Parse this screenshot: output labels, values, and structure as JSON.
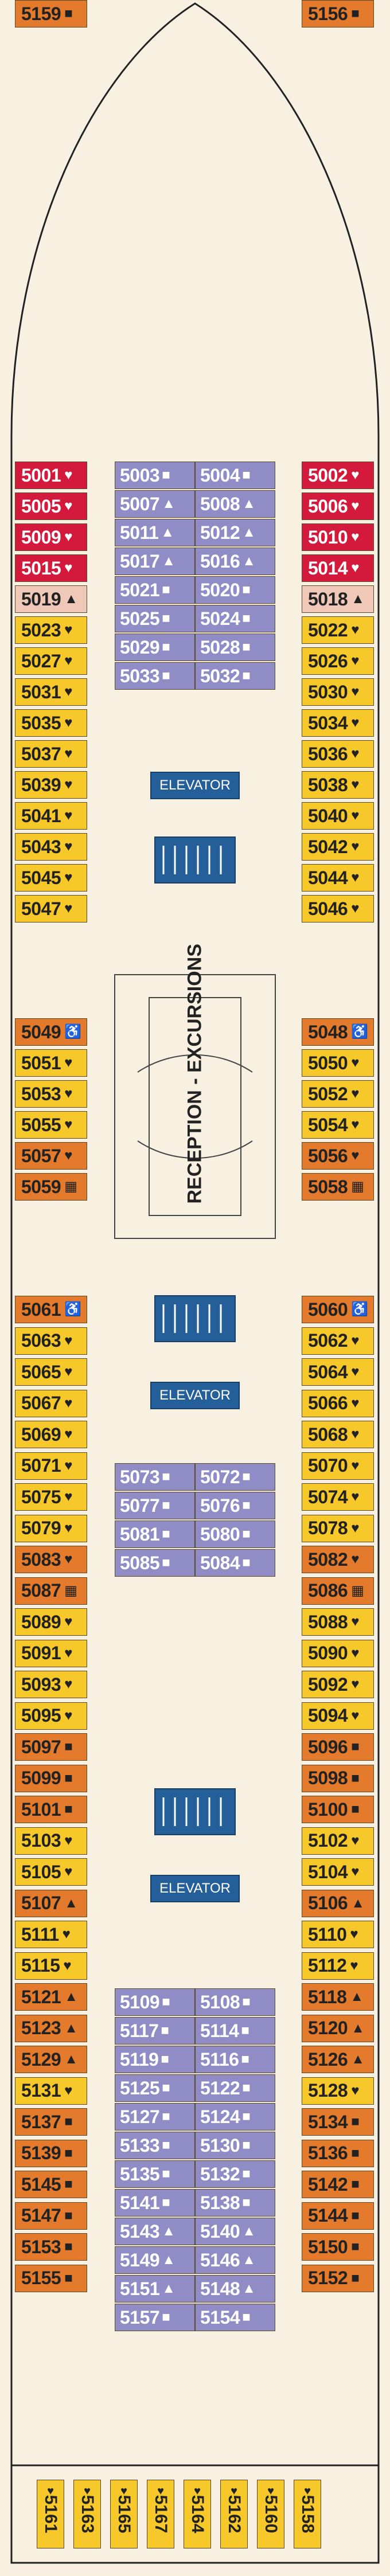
{
  "elevator_label": "ELEVATOR",
  "reception_label": "RECEPTION - EXCURSIONS",
  "colors": {
    "red": "#d41a3c",
    "pink": "#f0c8b8",
    "yellow": "#f7c82a",
    "orange": "#e47a2c",
    "purple": "#8f8cc6",
    "elevator": "#255f9a"
  },
  "legend_icons": {
    "heart": "heart-icon",
    "triangle": "triangle-icon",
    "square": "square-icon",
    "checker": "checker-icon",
    "wheelchair": "wheelchair-icon"
  },
  "left_outer": [
    [
      "5001",
      "red",
      "heart"
    ],
    [
      "5005",
      "red",
      "heart"
    ],
    [
      "5009",
      "red",
      "heart"
    ],
    [
      "5015",
      "red",
      "heart"
    ],
    [
      "5019",
      "pink",
      "triangle"
    ],
    [
      "5023",
      "yellow",
      "heart"
    ],
    [
      "5027",
      "yellow",
      "heart"
    ],
    [
      "5031",
      "yellow",
      "heart"
    ],
    [
      "5035",
      "yellow",
      "heart"
    ],
    [
      "5037",
      "yellow",
      "heart"
    ],
    [
      "5039",
      "yellow",
      "heart"
    ],
    [
      "5041",
      "yellow",
      "heart"
    ],
    [
      "5043",
      "yellow",
      "heart"
    ],
    [
      "5045",
      "yellow",
      "heart"
    ],
    [
      "5047",
      "yellow",
      "heart"
    ],
    [
      "5049",
      "orange",
      "wheelchair"
    ],
    [
      "5051",
      "yellow",
      "heart"
    ],
    [
      "5053",
      "yellow",
      "heart"
    ],
    [
      "5055",
      "yellow",
      "heart"
    ],
    [
      "5057",
      "orange",
      "heart"
    ],
    [
      "5059",
      "orange",
      "checker"
    ],
    [
      "5061",
      "orange",
      "wheelchair"
    ],
    [
      "5063",
      "yellow",
      "heart"
    ],
    [
      "5065",
      "yellow",
      "heart"
    ],
    [
      "5067",
      "yellow",
      "heart"
    ],
    [
      "5069",
      "yellow",
      "heart"
    ],
    [
      "5071",
      "yellow",
      "heart"
    ],
    [
      "5075",
      "yellow",
      "heart"
    ],
    [
      "5079",
      "yellow",
      "heart"
    ],
    [
      "5083",
      "orange",
      "heart"
    ],
    [
      "5087",
      "orange",
      "checker"
    ],
    [
      "5089",
      "yellow",
      "heart"
    ],
    [
      "5091",
      "yellow",
      "heart"
    ],
    [
      "5093",
      "yellow",
      "heart"
    ],
    [
      "5095",
      "yellow",
      "heart"
    ],
    [
      "5097",
      "orange",
      "square"
    ],
    [
      "5099",
      "orange",
      "square"
    ],
    [
      "5101",
      "orange",
      "square"
    ],
    [
      "5103",
      "yellow",
      "heart"
    ],
    [
      "5105",
      "yellow",
      "heart"
    ],
    [
      "5107",
      "orange",
      "triangle"
    ],
    [
      "5111",
      "yellow",
      "heart"
    ],
    [
      "5115",
      "yellow",
      "heart"
    ],
    [
      "5121",
      "orange",
      "triangle"
    ],
    [
      "5123",
      "orange",
      "triangle"
    ],
    [
      "5129",
      "orange",
      "triangle"
    ],
    [
      "5131",
      "yellow",
      "heart"
    ],
    [
      "5137",
      "orange",
      "square"
    ],
    [
      "5139",
      "orange",
      "square"
    ],
    [
      "5145",
      "orange",
      "square"
    ],
    [
      "5147",
      "orange",
      "square"
    ],
    [
      "5153",
      "orange",
      "square"
    ],
    [
      "5155",
      "orange",
      "square"
    ],
    [
      "5159",
      "orange",
      "square"
    ]
  ],
  "right_outer": [
    [
      "5002",
      "red",
      "heart"
    ],
    [
      "5006",
      "red",
      "heart"
    ],
    [
      "5010",
      "red",
      "heart"
    ],
    [
      "5014",
      "red",
      "heart"
    ],
    [
      "5018",
      "pink",
      "triangle"
    ],
    [
      "5022",
      "yellow",
      "heart"
    ],
    [
      "5026",
      "yellow",
      "heart"
    ],
    [
      "5030",
      "yellow",
      "heart"
    ],
    [
      "5034",
      "yellow",
      "heart"
    ],
    [
      "5036",
      "yellow",
      "heart"
    ],
    [
      "5038",
      "yellow",
      "heart"
    ],
    [
      "5040",
      "yellow",
      "heart"
    ],
    [
      "5042",
      "yellow",
      "heart"
    ],
    [
      "5044",
      "yellow",
      "heart"
    ],
    [
      "5046",
      "yellow",
      "heart"
    ],
    [
      "5048",
      "orange",
      "wheelchair"
    ],
    [
      "5050",
      "yellow",
      "heart"
    ],
    [
      "5052",
      "yellow",
      "heart"
    ],
    [
      "5054",
      "yellow",
      "heart"
    ],
    [
      "5056",
      "orange",
      "heart"
    ],
    [
      "5058",
      "orange",
      "checker"
    ],
    [
      "5060",
      "orange",
      "wheelchair"
    ],
    [
      "5062",
      "yellow",
      "heart"
    ],
    [
      "5064",
      "yellow",
      "heart"
    ],
    [
      "5066",
      "yellow",
      "heart"
    ],
    [
      "5068",
      "yellow",
      "heart"
    ],
    [
      "5070",
      "yellow",
      "heart"
    ],
    [
      "5074",
      "yellow",
      "heart"
    ],
    [
      "5078",
      "yellow",
      "heart"
    ],
    [
      "5082",
      "orange",
      "heart"
    ],
    [
      "5086",
      "orange",
      "checker"
    ],
    [
      "5088",
      "yellow",
      "heart"
    ],
    [
      "5090",
      "yellow",
      "heart"
    ],
    [
      "5092",
      "yellow",
      "heart"
    ],
    [
      "5094",
      "yellow",
      "heart"
    ],
    [
      "5096",
      "orange",
      "square"
    ],
    [
      "5098",
      "orange",
      "square"
    ],
    [
      "5100",
      "orange",
      "square"
    ],
    [
      "5102",
      "yellow",
      "heart"
    ],
    [
      "5104",
      "yellow",
      "heart"
    ],
    [
      "5106",
      "orange",
      "triangle"
    ],
    [
      "5110",
      "yellow",
      "heart"
    ],
    [
      "5112",
      "yellow",
      "heart"
    ],
    [
      "5118",
      "orange",
      "triangle"
    ],
    [
      "5120",
      "orange",
      "triangle"
    ],
    [
      "5126",
      "orange",
      "triangle"
    ],
    [
      "5128",
      "yellow",
      "heart"
    ],
    [
      "5134",
      "orange",
      "square"
    ],
    [
      "5136",
      "orange",
      "square"
    ],
    [
      "5142",
      "orange",
      "square"
    ],
    [
      "5144",
      "orange",
      "square"
    ],
    [
      "5150",
      "orange",
      "square"
    ],
    [
      "5152",
      "orange",
      "square"
    ],
    [
      "5156",
      "orange",
      "square"
    ]
  ],
  "inner_block_1": [
    [
      "5003",
      "square",
      "5004",
      "square"
    ],
    [
      "5007",
      "triangle",
      "5008",
      "triangle"
    ],
    [
      "5011",
      "triangle",
      "5012",
      "triangle"
    ],
    [
      "5017",
      "triangle",
      "5016",
      "triangle"
    ],
    [
      "5021",
      "square",
      "5020",
      "square"
    ],
    [
      "5025",
      "square",
      "5024",
      "square"
    ],
    [
      "5029",
      "square",
      "5028",
      "square"
    ],
    [
      "5033",
      "square",
      "5032",
      "square"
    ]
  ],
  "inner_block_2": [
    [
      "5073",
      "square",
      "5072",
      "square"
    ],
    [
      "5077",
      "square",
      "5076",
      "square"
    ],
    [
      "5081",
      "square",
      "5080",
      "square"
    ],
    [
      "5085",
      "square",
      "5084",
      "square"
    ]
  ],
  "inner_block_3": [
    [
      "5109",
      "square",
      "5108",
      "square"
    ],
    [
      "5117",
      "square",
      "5114",
      "square"
    ],
    [
      "5119",
      "square",
      "5116",
      "square"
    ],
    [
      "5125",
      "square",
      "5122",
      "square"
    ],
    [
      "5127",
      "square",
      "5124",
      "square"
    ],
    [
      "5133",
      "square",
      "5130",
      "square"
    ],
    [
      "5135",
      "square",
      "5132",
      "square"
    ],
    [
      "5141",
      "square",
      "5138",
      "square"
    ],
    [
      "5143",
      "triangle",
      "5140",
      "triangle"
    ],
    [
      "5149",
      "triangle",
      "5146",
      "triangle"
    ],
    [
      "5151",
      "triangle",
      "5148",
      "triangle"
    ],
    [
      "5157",
      "square",
      "5154",
      "square"
    ]
  ],
  "aft_cabins": [
    "5161",
    "5163",
    "5165",
    "5167",
    "5164",
    "5162",
    "5160",
    "5158"
  ]
}
